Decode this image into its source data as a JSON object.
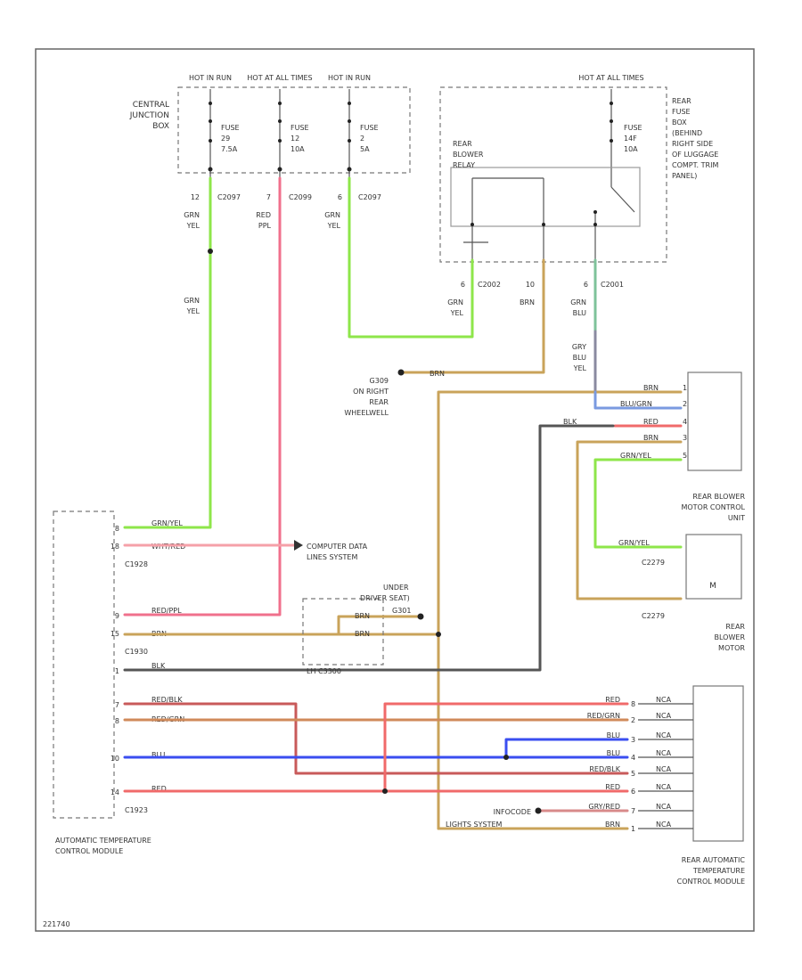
{
  "colors": {
    "grn_yel": "#8ee64a",
    "red_ppl": "#f0708c",
    "brn": "#c9a35a",
    "blk": "#555555",
    "blu": "#3a4ef0",
    "red": "#f06a6a",
    "wht_red": "#f5a0a8",
    "red_blk": "#c85a5a",
    "red_grn": "#d08a5a",
    "gry_red": "#d88a8a",
    "grn_blu": "#7ec29a",
    "blu_grn": "#7a9ae0",
    "gry_blu_yel": "#8a8aa0"
  },
  "power": {
    "feed1": "HOT IN RUN",
    "feed2": "HOT AT ALL TIMES",
    "feed3": "HOT IN RUN",
    "feed4": "HOT AT ALL TIMES"
  },
  "cjb": {
    "label_line1": "CENTRAL",
    "label_line2": "JUNCTION",
    "label_line3": "BOX",
    "fuse1_name": "FUSE",
    "fuse1_num": "29",
    "fuse1_amp": "7.5A",
    "fuse2_name": "FUSE",
    "fuse2_num": "12",
    "fuse2_amp": "10A",
    "fuse3_name": "FUSE",
    "fuse3_num": "2",
    "fuse3_amp": "5A",
    "conn1_pin": "12",
    "conn1": "C2097",
    "conn2_pin": "7",
    "conn2": "C2099",
    "conn3_pin": "6",
    "conn3": "C2097"
  },
  "rear_fuse_box": {
    "label_line1": "REAR",
    "label_line2": "FUSE",
    "label_line3": "BOX",
    "label_line4": "(BEHIND",
    "label_line5": "RIGHT SIDE",
    "label_line6": "OF LUGGAGE",
    "label_line7": "COMPT. TRIM",
    "label_line8": "PANEL)",
    "fuse_name": "FUSE",
    "fuse_num": "14F",
    "fuse_amp": "10A",
    "relay_line1": "REAR",
    "relay_line2": "BLOWER",
    "relay_line3": "RELAY",
    "conn1_pin": "6",
    "conn1": "C2002",
    "conn2_pin": "10",
    "conn3_pin": "6",
    "conn3": "C2001"
  },
  "wires": {
    "w1_a": "GRN",
    "w1_b": "YEL",
    "w2_a": "RED",
    "w2_b": "PPL",
    "w3_a": "GRN",
    "w3_b": "YEL",
    "w4_a": "GRN",
    "w4_b": "YEL",
    "w5_a": "GRN",
    "w5_b": "YEL",
    "w6": "BRN",
    "w7_a": "GRN",
    "w7_b": "BLU",
    "w8_a": "GRY",
    "w8_b": "BLU",
    "w8_c": "YEL",
    "brn_ground": "BRN"
  },
  "ground": {
    "name": "G309",
    "line1": "ON RIGHT",
    "line2": "REAR",
    "line3": "WHEELWELL"
  },
  "atc": {
    "label_line1": "AUTOMATIC TEMPERATURE",
    "label_line2": "CONTROL MODULE",
    "conn_a": "C1928",
    "conn_b": "C1930",
    "conn_c": "C1923",
    "pins": [
      "8",
      "18",
      "9",
      "15",
      "1",
      "7",
      "8",
      "10",
      "14"
    ],
    "wire_grn_yel": "GRN/YEL",
    "wire_wht_red": "WHT/RED",
    "wire_red_ppl": "RED/PPL",
    "wire_brn": "BRN",
    "wire_blk": "BLK",
    "wire_red_blk": "RED/BLK",
    "wire_red_grn": "RED/GRN",
    "wire_blu": "BLU",
    "wire_red": "RED"
  },
  "computer_data": {
    "line1": "COMPUTER DATA",
    "line2": "LINES SYSTEM"
  },
  "g_under_seat": {
    "line1": "UNDER",
    "line2": "DRIVER SEAT)",
    "name": "G301",
    "wire_a": "BRN",
    "wire_b": "BRN",
    "splice": "LH C3300"
  },
  "rbmcu": {
    "label_line1": "REAR BLOWER",
    "label_line2": "MOTOR CONTROL",
    "label_line3": "UNIT",
    "pins": [
      "1",
      "2",
      "4",
      "3",
      "5"
    ],
    "wire1": "BRN",
    "wire2": "BLU/GRN",
    "wire3": "RED",
    "wire4": "BRN",
    "wire5": "GRN/YEL",
    "blk": "BLK"
  },
  "motor": {
    "label_line1": "REAR",
    "label_line2": "BLOWER",
    "label_line3": "MOTOR",
    "conn1": "C2279",
    "conn2": "C2279",
    "wire1": "GRN/YEL",
    "m_symbol": "M"
  },
  "ratc": {
    "label_line1": "REAR AUTOMATIC",
    "label_line2": "TEMPERATURE",
    "label_line3": "CONTROL MODULE",
    "rows": [
      {
        "pin": "8",
        "wire": "RED",
        "out": "NCA"
      },
      {
        "pin": "2",
        "wire": "RED/GRN",
        "out": "NCA"
      },
      {
        "pin": "3",
        "wire": "BLU",
        "out": "NCA"
      },
      {
        "pin": "4",
        "wire": "BLU",
        "out": "NCA"
      },
      {
        "pin": "5",
        "wire": "RED/BLK",
        "out": "NCA"
      },
      {
        "pin": "6",
        "wire": "RED",
        "out": "NCA"
      },
      {
        "pin": "7",
        "wire": "GRY/RED",
        "out": "NCA"
      },
      {
        "pin": "1",
        "wire": "BRN",
        "out": "NCA"
      }
    ]
  },
  "infocode": {
    "text": "INFOCODE",
    "wire": "GRY/RED",
    "lights": "LIGHTS SYSTEM"
  },
  "footer": "221740"
}
